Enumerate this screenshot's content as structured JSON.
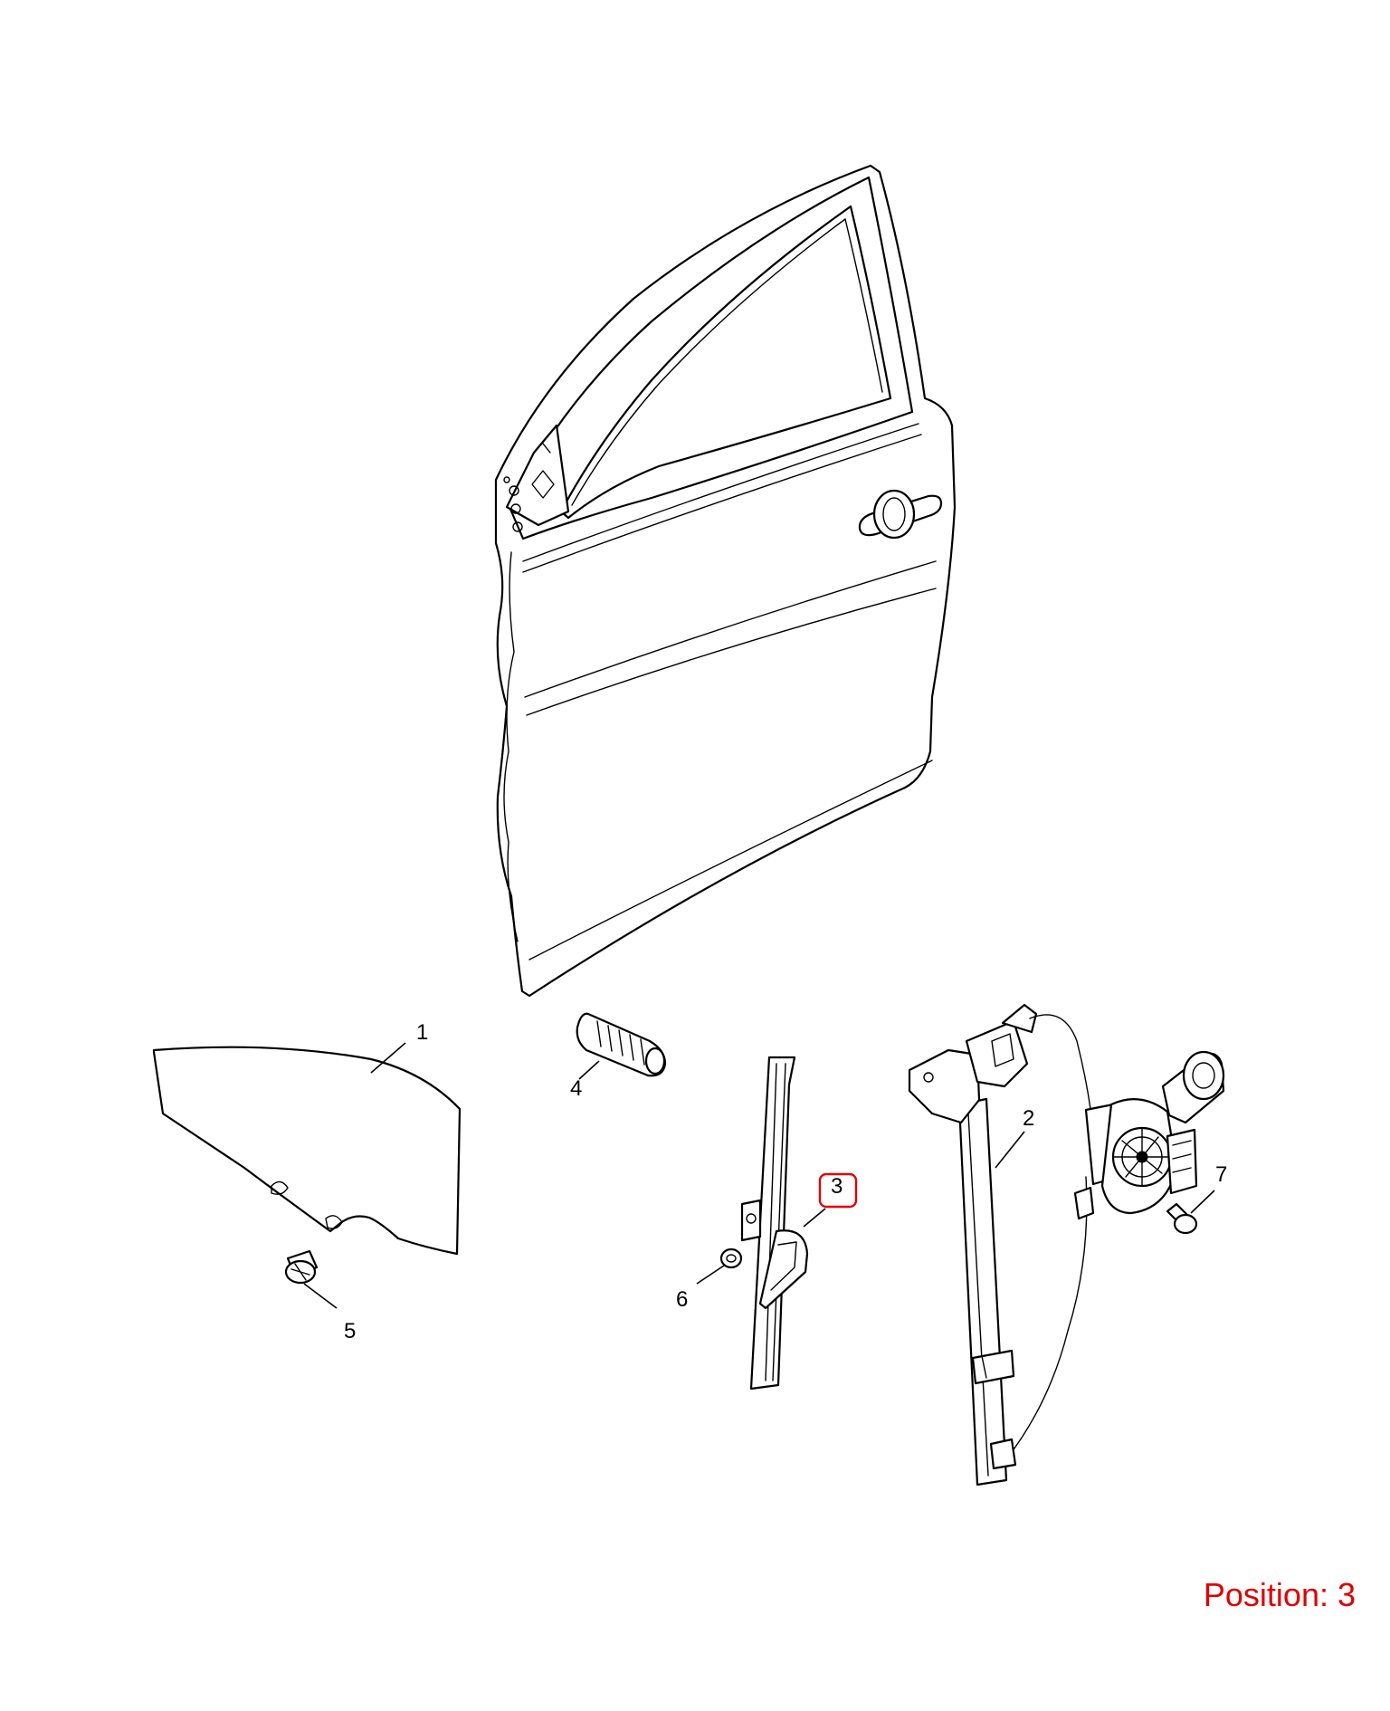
{
  "callouts": [
    {
      "number": "1",
      "part": "door-window-glass"
    },
    {
      "number": "2",
      "part": "window-regulator"
    },
    {
      "number": "3",
      "part": "window-channel-run"
    },
    {
      "number": "4",
      "part": "glass-guide"
    },
    {
      "number": "5",
      "part": "glass-bolt"
    },
    {
      "number": "6",
      "part": "nut"
    },
    {
      "number": "7",
      "part": "regulator-bolt"
    }
  ],
  "highlighted_callout": "3",
  "position_label": "Position: 3",
  "colors": {
    "line_art": "#000000",
    "background": "#ffffff",
    "highlight": "#e00000"
  }
}
